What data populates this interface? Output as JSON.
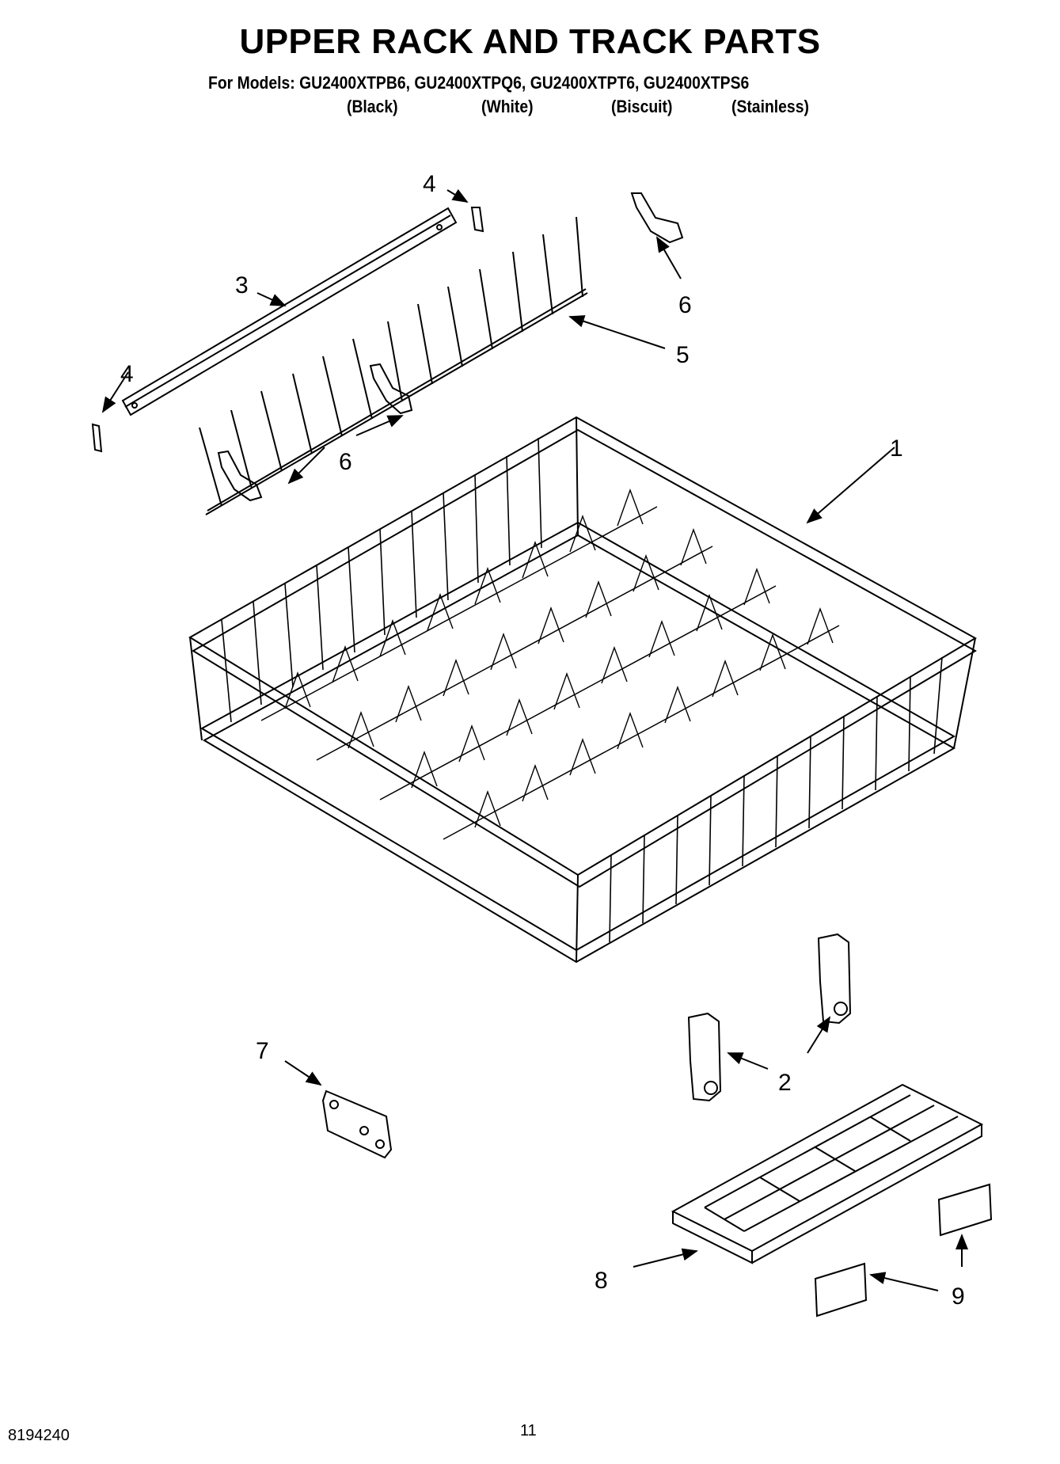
{
  "title": "UPPER RACK AND TRACK PARTS",
  "models_line": "For Models: GU2400XTPB6, GU2400XTPQ6, GU2400XTPT6, GU2400XTPS6",
  "colors": [
    "(Black)",
    "(White)",
    "(Biscuit)",
    "(Stainless)"
  ],
  "callouts": {
    "c1": "1",
    "c2": "2",
    "c3": "3",
    "c4a": "4",
    "c4b": "4",
    "c5": "5",
    "c6a": "6",
    "c6b": "6",
    "c7": "7",
    "c8": "8",
    "c9": "9"
  },
  "footer": {
    "doc_number": "8194240",
    "page_number": "11"
  }
}
